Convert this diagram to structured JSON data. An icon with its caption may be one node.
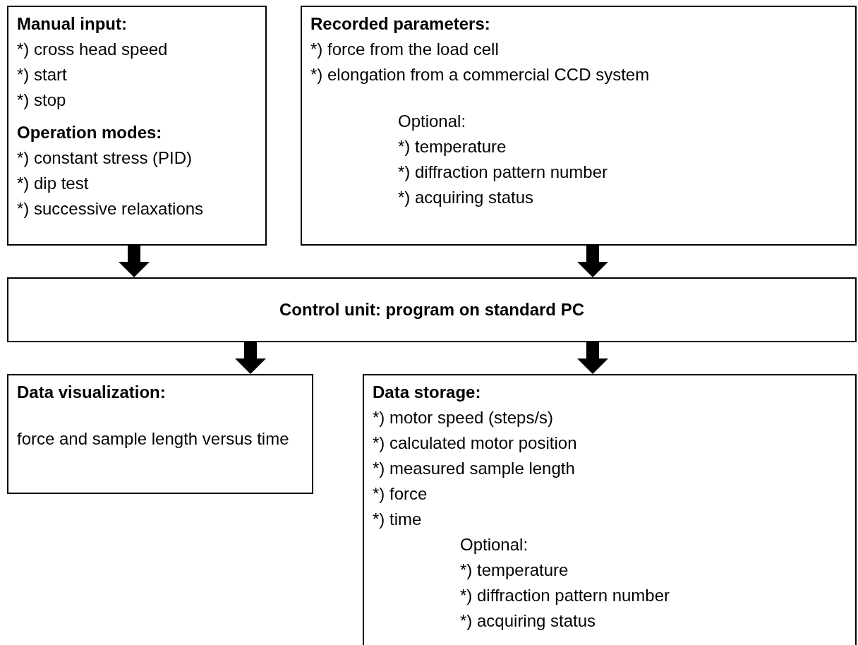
{
  "diagram": {
    "nodes": [
      {
        "text": [
          "Manual input:",
          "*) cross head speed",
          "*) start",
          "*) stop",
          "Operation modes:",
          "*) constant stress (PID)",
          "*) dip test",
          "*) successive relaxations"
        ]
      },
      {
        "text": [
          "Recorded parameters:",
          "*) force from the load cell",
          "*) elongation from a commercial CCD system",
          "Optional:",
          "*) temperature",
          "*) diffraction pattern number",
          "*) acquiring status"
        ]
      },
      {
        "text": [
          "Control unit: program on standard PC"
        ]
      },
      {
        "text": [
          "Data visualization:",
          "force and sample length versus time"
        ]
      },
      {
        "text": [
          "Data storage:",
          "*) motor speed (steps/s)",
          "*) calculated motor position",
          "*) measured sample length",
          "*) force",
          "*) time",
          "Optional:",
          "*) temperature",
          "*) diffraction pattern number",
          "*) acquiring status"
        ]
      }
    ],
    "edges": [
      {
        "from": 0,
        "to": 2,
        "arrow": "to"
      },
      {
        "from": 1,
        "to": 2,
        "arrow": "to"
      },
      {
        "from": 2,
        "to": 3,
        "arrow": "to"
      },
      {
        "from": 2,
        "to": 4,
        "arrow": "to"
      }
    ]
  }
}
